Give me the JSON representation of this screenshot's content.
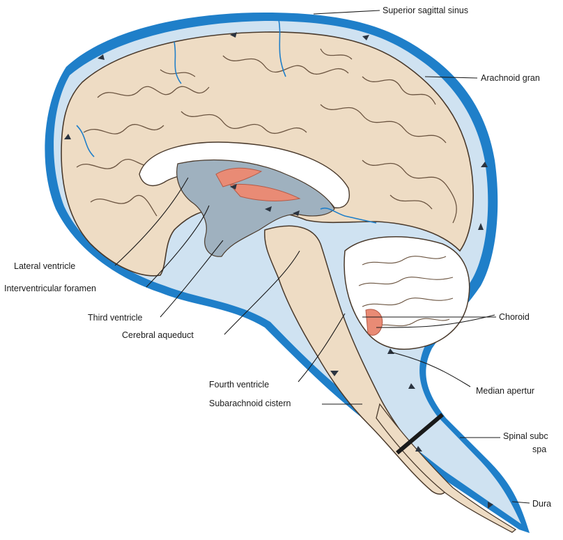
{
  "labels": {
    "superior_sagittal_sinus": "Superior sagittal sinus",
    "arachnoid_granulations": "Arachnoid gran",
    "lateral_ventricle": "Lateral ventricle",
    "interventricular_foramen": "Interventricular foramen",
    "third_ventricle": "Third ventricle",
    "cerebral_aqueduct": "Cerebral aqueduct",
    "choroid_plexus": "Choroid",
    "median_aperture": "Median apertur",
    "fourth_ventricle": "Fourth ventricle",
    "subarachnoid_cistern": "Subarachnoid cistern",
    "spinal_subarachnoid_space_line1": "Spinal subc",
    "spinal_subarachnoid_space_line2": "spa",
    "dura": "Dura"
  },
  "colors": {
    "sinus_blue": "#1f7fc9",
    "csf_space": "#cfe2f1",
    "ventricle_gray": "#9fb1bf",
    "brain_tissue": "#eedcc4",
    "brain_outline": "#4a3a2c",
    "choroid_plexus": "#e98b75",
    "leader_line": "#1a1a1a"
  }
}
